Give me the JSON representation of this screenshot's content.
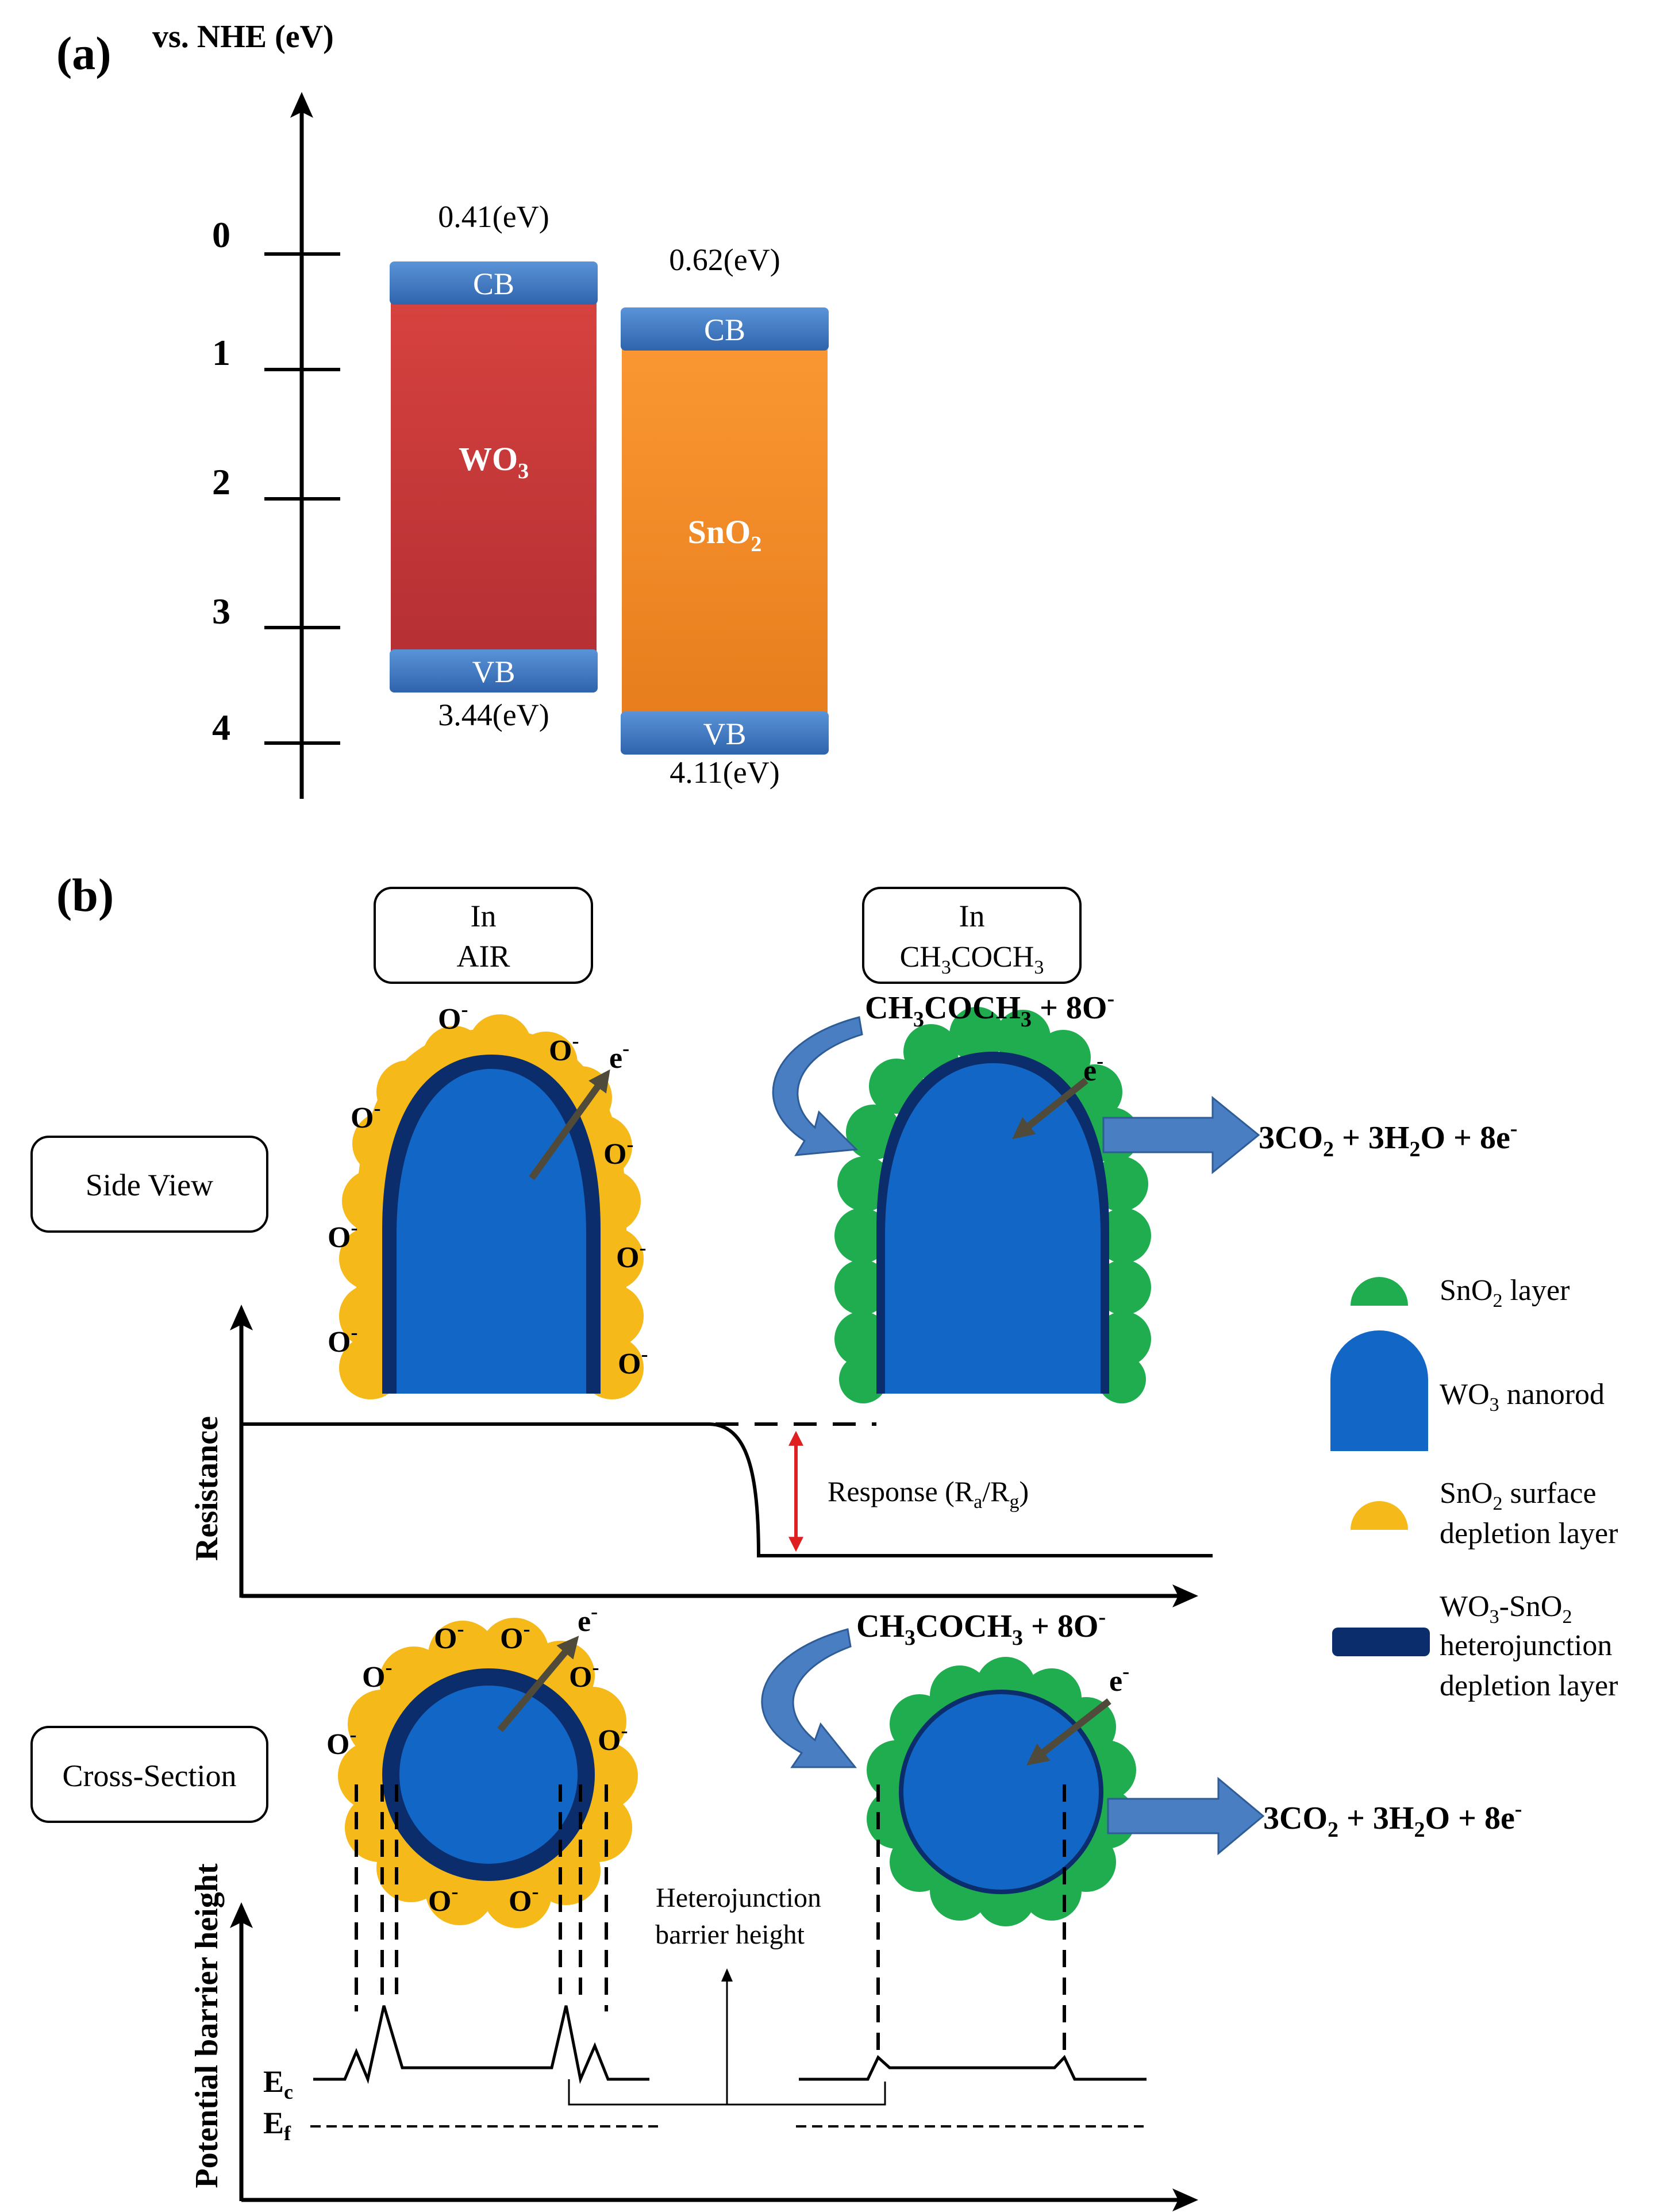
{
  "panel_a": {
    "panel_label": "(a)",
    "axis_label": "vs. NHE (eV)",
    "ticks": [
      "0",
      "1",
      "2",
      "3",
      "4"
    ],
    "wo3": {
      "label_main": "WO",
      "label_sub": "3",
      "cb_label": "CB",
      "vb_label": "VB",
      "cb_value": "0.41(eV)",
      "vb_value": "3.44(eV)",
      "color": "#c9393a"
    },
    "sno2": {
      "label_main": "SnO",
      "label_sub": "2",
      "cb_label": "CB",
      "vb_label": "VB",
      "cb_value": "0.62(eV)",
      "vb_value": "4.11(eV)",
      "color": "#f08a24"
    },
    "band_edge_color": "#3f78c4"
  },
  "panel_b": {
    "panel_label": "(b)",
    "box_air_line1": "In",
    "box_air_line2": "AIR",
    "box_acetone_line1": "In",
    "box_acetone_line2_parts": [
      "CH",
      "3",
      "COCH",
      "3"
    ],
    "side_view_label": "Side View",
    "cross_section_label": "Cross-Section",
    "oxygen_ion": "O",
    "ion_charge": "-",
    "electron": "e",
    "reaction_in_parts": [
      "CH",
      "3",
      "COCH",
      "3",
      " + 8O"
    ],
    "reaction_out_parts": [
      "3CO",
      "2",
      " + 3H",
      "2",
      "O + 8e"
    ],
    "resistance_axis_label": "Resistance",
    "response_label_parts": [
      "Response (R",
      "a",
      "/R",
      "g",
      ")"
    ],
    "potential_axis_label": "Potential barrier height",
    "heterojunction_label_line1": "Heterojunction",
    "heterojunction_label_line2": "barrier height",
    "ec_label_main": "E",
    "ec_label_sub": "c",
    "ef_label_main": "E",
    "ef_label_sub": "f"
  },
  "legend": {
    "sno2_layer_parts": [
      "SnO",
      "2",
      " layer"
    ],
    "wo3_nanorod_parts": [
      "WO",
      "3",
      " nanorod"
    ],
    "depletion_line1_parts": [
      "SnO",
      "2",
      " surface"
    ],
    "depletion_line2": "depletion layer",
    "hetero_line1_parts": [
      "WO",
      "3",
      "-SnO",
      "2"
    ],
    "hetero_line2": "heterojunction",
    "hetero_line3": "depletion layer"
  },
  "colors": {
    "wo3_core": "#1267c6",
    "heterojunction": "#0b2d6b",
    "sno2_layer": "#1fad4f",
    "depletion": "#f5b91a",
    "arrow_fill": "#4a7ec2",
    "electron_arrow": "#4f4a3a",
    "response_arrow": "#e02020"
  }
}
